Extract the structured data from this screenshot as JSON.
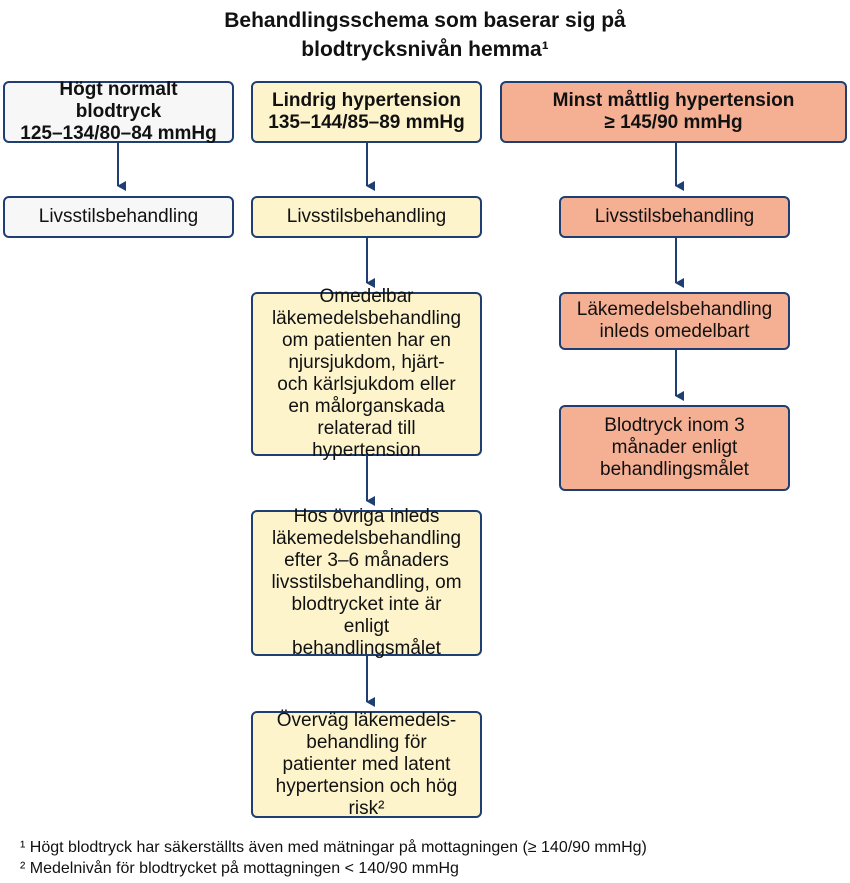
{
  "title": {
    "line1": "Behandlingsschema som baserar sig på",
    "line2": "blodtrycksnivån hemma¹"
  },
  "columns": [
    {
      "header": {
        "line1": "Högt normalt blodtryck",
        "line2": "125–134/80–84 mmHg"
      },
      "steps": [
        "Livsstilsbehandling"
      ]
    },
    {
      "header": {
        "line1": "Lindrig hypertension",
        "line2": "135–144/85–89 mmHg"
      },
      "steps": [
        "Livsstilsbehandling",
        "Omedelbar läkemedelsbehandling om patienten har en njursjukdom, hjärt- och kärlsjukdom eller en målorganskada relaterad till hypertension",
        "Hos övriga inleds läkemedelsbehandling efter 3–6 månaders livsstilsbehandling, om blodtrycket inte är enligt behandlingsmålet",
        "Överväg läkemedels- behandling för patienter med latent hypertension och hög risk²"
      ]
    },
    {
      "header": {
        "line1": "Minst måttlig hypertension",
        "line2": "≥ 145/90 mmHg"
      },
      "steps": [
        "Livsstilsbehandling",
        "Läkemedelsbehandling inleds omedelbart",
        "Blodtryck inom 3 månader enligt behandlingsmålet"
      ]
    }
  ],
  "footnotes": [
    "¹ Högt blodtryck har säkerställts även med mätningar på mottagningen (≥ 140/90 mmHg)",
    "² Medelnivån för blodtrycket på mottagningen < 140/90 mmHg"
  ],
  "colors": {
    "border": "#1f3f73",
    "gray_fill": "#f7f7f7",
    "yellow_fill": "#fdf4cc",
    "salmon_fill": "#f5b094"
  }
}
